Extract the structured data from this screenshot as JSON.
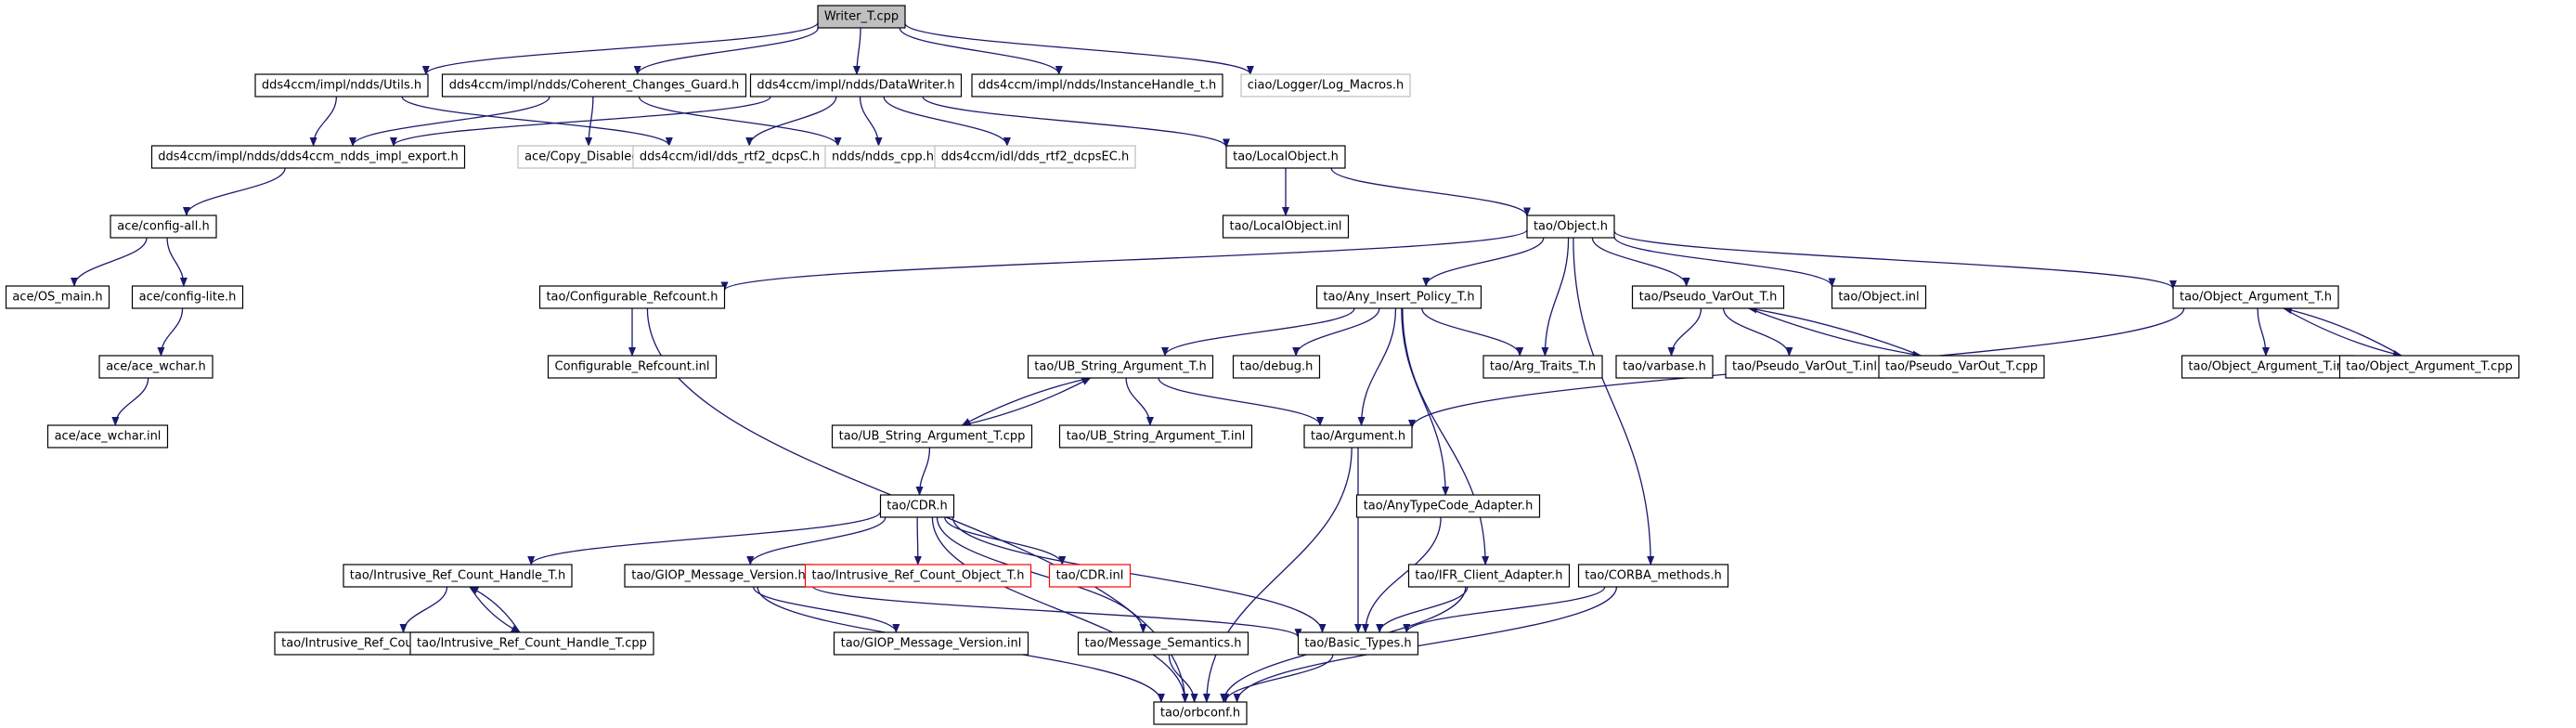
{
  "title": "Writer_T.cpp",
  "colors": {
    "edge": "#191970",
    "normal_border": "#000000",
    "external_border": "#bfbfbf",
    "truncated_border": "#ff0000",
    "root_fill": "#bfbfbf"
  },
  "nodes": [
    {
      "id": "root",
      "label": "Writer_T.cpp",
      "kind": "root"
    },
    {
      "id": "utils",
      "label": "dds4ccm/impl/ndds/Utils.h",
      "kind": "normal"
    },
    {
      "id": "ccg",
      "label": "dds4ccm/impl/ndds/Coherent_Changes_Guard.h",
      "kind": "normal"
    },
    {
      "id": "dw",
      "label": "dds4ccm/impl/ndds/DataWriter.h",
      "kind": "normal"
    },
    {
      "id": "ih",
      "label": "dds4ccm/impl/ndds/InstanceHandle_t.h",
      "kind": "normal"
    },
    {
      "id": "logm",
      "label": "ciao/Logger/Log_Macros.h",
      "kind": "external"
    },
    {
      "id": "export",
      "label": "dds4ccm/impl/ndds/dds4ccm_ndds_impl_export.h",
      "kind": "normal"
    },
    {
      "id": "copyd",
      "label": "ace/Copy_Disabled.h",
      "kind": "external"
    },
    {
      "id": "rtfc",
      "label": "dds4ccm/idl/dds_rtf2_dcpsC.h",
      "kind": "external"
    },
    {
      "id": "nddscpp",
      "label": "ndds/ndds_cpp.h",
      "kind": "external"
    },
    {
      "id": "rtfec",
      "label": "dds4ccm/idl/dds_rtf2_dcpsEC.h",
      "kind": "external"
    },
    {
      "id": "lobj",
      "label": "tao/LocalObject.h",
      "kind": "normal"
    },
    {
      "id": "cfgall",
      "label": "ace/config-all.h",
      "kind": "normal"
    },
    {
      "id": "lobjinl",
      "label": "tao/LocalObject.inl",
      "kind": "normal"
    },
    {
      "id": "obj",
      "label": "tao/Object.h",
      "kind": "normal"
    },
    {
      "id": "osmain",
      "label": "ace/OS_main.h",
      "kind": "normal"
    },
    {
      "id": "cfglite",
      "label": "ace/config-lite.h",
      "kind": "normal"
    },
    {
      "id": "cref",
      "label": "tao/Configurable_Refcount.h",
      "kind": "normal"
    },
    {
      "id": "anyins",
      "label": "tao/Any_Insert_Policy_T.h",
      "kind": "normal"
    },
    {
      "id": "pvo",
      "label": "tao/Pseudo_VarOut_T.h",
      "kind": "normal"
    },
    {
      "id": "objinl",
      "label": "tao/Object.inl",
      "kind": "normal"
    },
    {
      "id": "objarg",
      "label": "tao/Object_Argument_T.h",
      "kind": "normal"
    },
    {
      "id": "acewchar",
      "label": "ace/ace_wchar.h",
      "kind": "normal"
    },
    {
      "id": "crefinl",
      "label": "Configurable_Refcount.inl",
      "kind": "normal"
    },
    {
      "id": "ubs",
      "label": "tao/UB_String_Argument_T.h",
      "kind": "normal"
    },
    {
      "id": "debug",
      "label": "tao/debug.h",
      "kind": "normal"
    },
    {
      "id": "argtr",
      "label": "tao/Arg_Traits_T.h",
      "kind": "normal"
    },
    {
      "id": "varbase",
      "label": "tao/varbase.h",
      "kind": "normal"
    },
    {
      "id": "pvoinl",
      "label": "tao/Pseudo_VarOut_T.inl",
      "kind": "normal"
    },
    {
      "id": "pvocpp",
      "label": "tao/Pseudo_VarOut_T.cpp",
      "kind": "normal"
    },
    {
      "id": "objarginl",
      "label": "tao/Object_Argument_T.inl",
      "kind": "normal"
    },
    {
      "id": "objargcpp",
      "label": "tao/Object_Argument_T.cpp",
      "kind": "normal"
    },
    {
      "id": "acewinl",
      "label": "ace/ace_wchar.inl",
      "kind": "normal"
    },
    {
      "id": "ubscpp",
      "label": "tao/UB_String_Argument_T.cpp",
      "kind": "normal"
    },
    {
      "id": "ubsinl",
      "label": "tao/UB_String_Argument_T.inl",
      "kind": "normal"
    },
    {
      "id": "arg",
      "label": "tao/Argument.h",
      "kind": "normal"
    },
    {
      "id": "cdr",
      "label": "tao/CDR.h",
      "kind": "normal"
    },
    {
      "id": "anytc",
      "label": "tao/AnyTypeCode_Adapter.h",
      "kind": "normal"
    },
    {
      "id": "irch",
      "label": "tao/Intrusive_Ref_Count_Handle_T.h",
      "kind": "normal"
    },
    {
      "id": "giop",
      "label": "tao/GIOP_Message_Version.h",
      "kind": "normal"
    },
    {
      "id": "irco",
      "label": "tao/Intrusive_Ref_Count_Object_T.h",
      "kind": "truncated"
    },
    {
      "id": "cdrinl",
      "label": "tao/CDR.inl",
      "kind": "truncated"
    },
    {
      "id": "ifr",
      "label": "tao/IFR_Client_Adapter.h",
      "kind": "normal"
    },
    {
      "id": "corba",
      "label": "tao/CORBA_methods.h",
      "kind": "normal"
    },
    {
      "id": "irchinl",
      "label": "tao/Intrusive_Ref_Count_Handle_T.inl",
      "kind": "normal"
    },
    {
      "id": "irchcpp",
      "label": "tao/Intrusive_Ref_Count_Handle_T.cpp",
      "kind": "normal"
    },
    {
      "id": "giopinl",
      "label": "tao/GIOP_Message_Version.inl",
      "kind": "normal"
    },
    {
      "id": "msgsem",
      "label": "tao/Message_Semantics.h",
      "kind": "normal"
    },
    {
      "id": "basic",
      "label": "tao/Basic_Types.h",
      "kind": "normal"
    },
    {
      "id": "orbconf",
      "label": "tao/orbconf.h",
      "kind": "normal"
    }
  ],
  "edges": [
    [
      "root",
      "utils"
    ],
    [
      "root",
      "ccg"
    ],
    [
      "root",
      "dw"
    ],
    [
      "root",
      "ih"
    ],
    [
      "root",
      "logm"
    ],
    [
      "utils",
      "export"
    ],
    [
      "utils",
      "rtfc"
    ],
    [
      "ccg",
      "export"
    ],
    [
      "ccg",
      "copyd"
    ],
    [
      "ccg",
      "nddscpp"
    ],
    [
      "dw",
      "export"
    ],
    [
      "dw",
      "rtfc"
    ],
    [
      "dw",
      "nddscpp"
    ],
    [
      "dw",
      "rtfec"
    ],
    [
      "dw",
      "lobj"
    ],
    [
      "export",
      "cfgall"
    ],
    [
      "lobj",
      "lobjinl"
    ],
    [
      "lobj",
      "obj"
    ],
    [
      "cfgall",
      "osmain"
    ],
    [
      "cfgall",
      "cfglite"
    ],
    [
      "obj",
      "cref"
    ],
    [
      "obj",
      "anyins"
    ],
    [
      "obj",
      "argtr"
    ],
    [
      "obj",
      "pvo"
    ],
    [
      "obj",
      "objinl"
    ],
    [
      "obj",
      "objarg"
    ],
    [
      "obj",
      "corba"
    ],
    [
      "cfglite",
      "acewchar"
    ],
    [
      "acewchar",
      "acewinl"
    ],
    [
      "cref",
      "crefinl"
    ],
    [
      "cref",
      "orbconf"
    ],
    [
      "anyins",
      "ubs"
    ],
    [
      "anyins",
      "debug"
    ],
    [
      "anyins",
      "argtr"
    ],
    [
      "anyins",
      "arg"
    ],
    [
      "anyins",
      "anytc"
    ],
    [
      "anyins",
      "ifr"
    ],
    [
      "pvo",
      "varbase"
    ],
    [
      "pvo",
      "pvoinl"
    ],
    [
      "pvo",
      "pvocpp"
    ],
    [
      "pvocpp",
      "pvo"
    ],
    [
      "objarg",
      "objarginl"
    ],
    [
      "objarg",
      "objargcpp"
    ],
    [
      "objargcpp",
      "objarg"
    ],
    [
      "objarg",
      "arg"
    ],
    [
      "ubs",
      "ubscpp"
    ],
    [
      "ubscpp",
      "ubs"
    ],
    [
      "ubs",
      "ubsinl"
    ],
    [
      "ubs",
      "arg"
    ],
    [
      "ubscpp",
      "cdr"
    ],
    [
      "arg",
      "basic"
    ],
    [
      "arg",
      "orbconf"
    ],
    [
      "cdr",
      "irch"
    ],
    [
      "cdr",
      "giop"
    ],
    [
      "cdr",
      "irco"
    ],
    [
      "cdr",
      "cdrinl"
    ],
    [
      "cdr",
      "msgsem"
    ],
    [
      "cdr",
      "basic"
    ],
    [
      "cdr",
      "orbconf"
    ],
    [
      "anytc",
      "basic"
    ],
    [
      "irch",
      "irchinl"
    ],
    [
      "irch",
      "irchcpp"
    ],
    [
      "irchcpp",
      "irch"
    ],
    [
      "giop",
      "giopinl"
    ],
    [
      "giop",
      "basic"
    ],
    [
      "giop",
      "orbconf"
    ],
    [
      "ifr",
      "basic"
    ],
    [
      "ifr",
      "orbconf"
    ],
    [
      "corba",
      "basic"
    ],
    [
      "corba",
      "orbconf"
    ],
    [
      "msgsem",
      "orbconf"
    ],
    [
      "basic",
      "orbconf"
    ]
  ]
}
